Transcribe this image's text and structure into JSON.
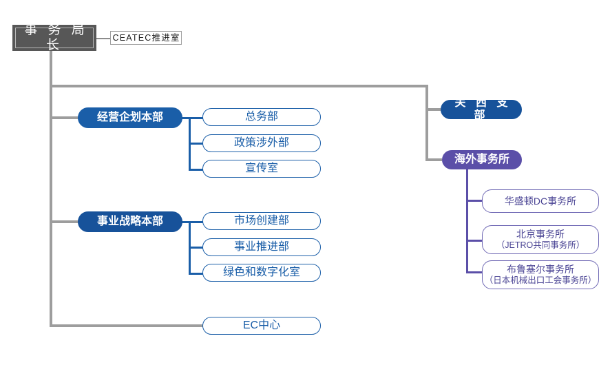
{
  "diagram": {
    "title_box": {
      "label": "事 务 局 长"
    },
    "aside_box": {
      "label": "CEATEC推进室"
    },
    "divisions": [
      {
        "label": "经营企划本部"
      },
      {
        "label": "事业战略本部"
      }
    ],
    "division1_children": [
      {
        "label": "总务部"
      },
      {
        "label": "政策涉外部"
      },
      {
        "label": "宣传室"
      }
    ],
    "division2_children": [
      {
        "label": "市场创建部"
      },
      {
        "label": "事业推进部"
      },
      {
        "label": "绿色和数字化室"
      }
    ],
    "ec_center": {
      "label": "EC中心"
    },
    "right_branches": [
      {
        "label": "关 西 支 部"
      },
      {
        "label": "海外事务所"
      }
    ],
    "overseas_offices": [
      {
        "label": "华盛顿DC事务所",
        "sub": ""
      },
      {
        "label": "北京事务所",
        "sub": "（JETRO共同事务所）"
      },
      {
        "label": "布鲁塞尔事务所",
        "sub": "（日本机械出口工会事务所）"
      }
    ],
    "colors": {
      "head_fill": "#575757",
      "blue_fill": "#1a5ea8",
      "navy_fill": "#17529a",
      "purple_fill": "#5b4fa8",
      "purple_outline": "#6f68b4",
      "gray_line": "#9d9d9d"
    }
  }
}
